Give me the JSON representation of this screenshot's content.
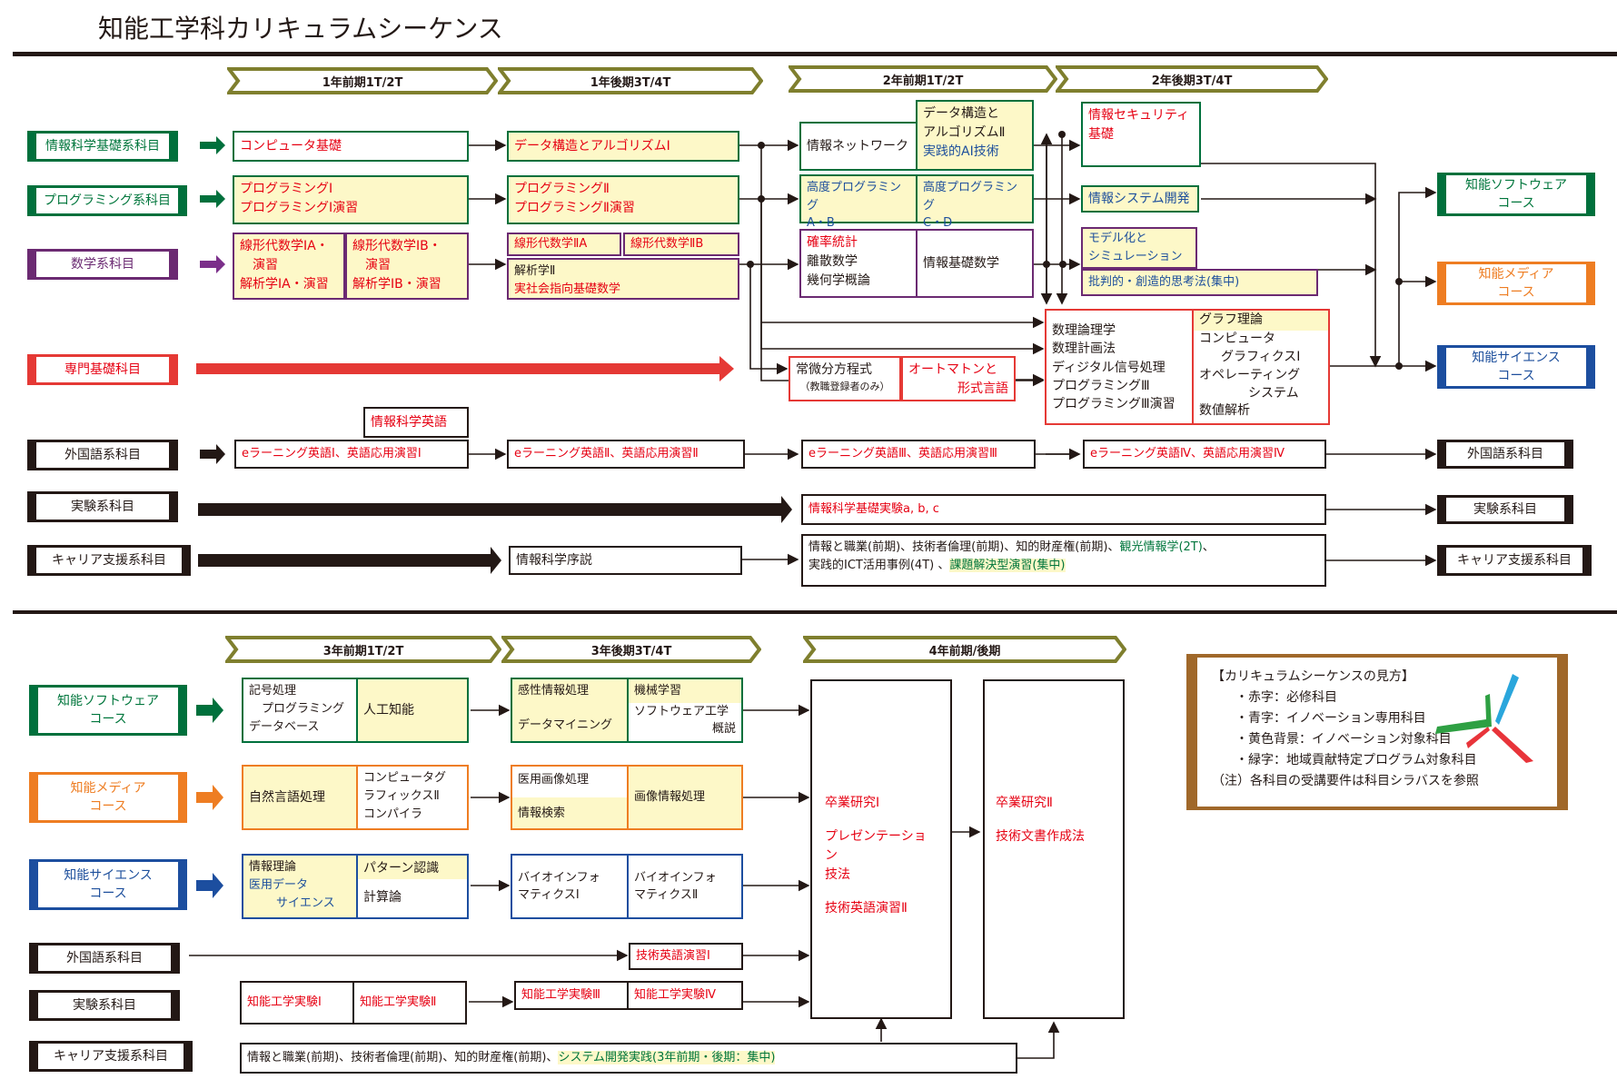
{
  "title": "知能工学科カリキュラムシーケンス",
  "top": {
    "periods": [
      "1年前期1T/2T",
      "1年後期3T/4T",
      "2年前期1T/2T",
      "2年後期3T/4T"
    ],
    "categories": {
      "info_basic": "情報科学基礎系科目",
      "programming": "プログラミング系科目",
      "math": "数学系科目",
      "specialty_basic": "専門基礎科目",
      "foreign_lang": "外国語系科目",
      "experiment": "実験系科目",
      "career": "キャリア支援系科目"
    },
    "y1f": {
      "computer_basics": "コンピュータ基礎",
      "prog1": "プログラミングⅠ",
      "prog1_ex": "プログラミングⅠ演習",
      "linalg1a_l1": "線形代数学ⅠA・",
      "linalg1a_l2": "演習",
      "analysis1a": "解析学ⅠA・演習",
      "linalg1b_l1": "線形代数学ⅠB・",
      "linalg1b_l2": "演習",
      "analysis1b": "解析学ⅠB・演習",
      "info_english": "情報科学英語",
      "elearn1": "eラーニング英語Ⅰ、英語応用演習Ⅰ"
    },
    "y1b": {
      "ds_algo1": "データ構造とアルゴリズムⅠ",
      "prog2": "プログラミングⅡ",
      "prog2_ex": "プログラミングⅡ演習",
      "linalg2a": "線形代数学ⅡA",
      "linalg2b": "線形代数学ⅡB",
      "analysis2": "解析学Ⅱ",
      "applied_math": "実社会指向基礎数学",
      "elearn2": "eラーニング英語Ⅱ、英語応用演習Ⅱ",
      "intro_info": "情報科学序説"
    },
    "y2f": {
      "network": "情報ネットワーク",
      "ds_algo2_l1": "データ構造と",
      "ds_algo2_l2": "アルゴリズムⅡ",
      "practical_ai": "実践的AI技術",
      "adv_prog_ab_l1": "高度プログラミング",
      "adv_prog_ab_l2": "A・B",
      "adv_prog_cd_l1": "高度プログラミング",
      "adv_prog_cd_l2": "C・D",
      "probability": "確率統計",
      "discrete": "離散数学",
      "geometry": "幾何学概論",
      "info_math": "情報基礎数学",
      "ode": "常微分方程式",
      "ode_note": "（教職登録者のみ）",
      "automata_l1": "オートマトンと",
      "automata_l2": "形式言語",
      "elearn3": "eラーニング英語Ⅲ、英語応用演習Ⅲ",
      "experiment": "情報科学基礎実験a, b, c",
      "career_l1_a": "情報と職業(前期)、技術者倫理(前期)、知的財産権(前期)、",
      "career_l1_b": "観光情報学(2T)",
      "career_l1_c": "、",
      "career_l2_a": "実践的ICT活用事例(4T) 、",
      "career_l2_b": "課題解決型演習(集中)"
    },
    "y2b": {
      "security_l1": "情報セキュリティ",
      "security_l2": "基礎",
      "info_sys_dev": "情報システム開発",
      "modeling_l1": "モデル化と",
      "modeling_l2": "シミュレーション",
      "critical_thinking": "批判的・創造的思考法(集中)",
      "left_list": [
        "数理論理学",
        "数理計画法",
        "ディジタル信号処理",
        "プログラミングⅢ",
        "プログラミングⅢ演習"
      ],
      "graph_theory": "グラフ理論",
      "cg1_l1": "コンピュータ",
      "cg1_l2": "グラフィクスⅠ",
      "os_l1": "オペレーティング",
      "os_l2": "システム",
      "numerical": "数値解析",
      "elearn4": "eラーニング英語Ⅳ、英語応用演習Ⅳ"
    },
    "outputs": {
      "software": [
        "知能ソフトウェア",
        "コース"
      ],
      "media": [
        "知能メディア",
        "コース"
      ],
      "science": [
        "知能サイエンス",
        "コース"
      ],
      "foreign_lang": "外国語系科目",
      "experiment": "実験系科目",
      "career": "キャリア支援系科目"
    }
  },
  "bottom": {
    "periods": [
      "3年前期1T/2T",
      "3年後期3T/4T",
      "4年前期/後期"
    ],
    "courses": {
      "software": [
        "知能ソフトウェア",
        "コース"
      ],
      "media": [
        "知能メディア",
        "コース"
      ],
      "science": [
        "知能サイエンス",
        "コース"
      ],
      "foreign_lang": "外国語系科目",
      "experiment": "実験系科目",
      "career": "キャリア支援系科目"
    },
    "y3f": {
      "symbolic_l1": "記号処理",
      "symbolic_l2": "プログラミング",
      "database": "データベース",
      "ai": "人工知能",
      "nlp": "自然言語処理",
      "cg2_l1": "コンピュータグ",
      "cg2_l2": "ラフィックスⅡ",
      "compiler": "コンパイラ",
      "info_theory": "情報理論",
      "med_data_l1": "医用データ",
      "med_data_l2": "サイエンス",
      "pattern": "パターン認識",
      "computation": "計算論",
      "exp1": "知能工学実験Ⅰ",
      "exp2": "知能工学実験Ⅱ"
    },
    "y3b": {
      "kansei": "感性情報処理",
      "datamining": "データマイニング",
      "ml": "機械学習",
      "se_l1": "ソフトウェア工学",
      "se_l2": "概説",
      "med_image": "医用画像処理",
      "ir": "情報検索",
      "image_proc": "画像情報処理",
      "bio1_l1": "バイオインフォ",
      "bio1_l2": "マティクスⅠ",
      "bio2_l1": "バイオインフォ",
      "bio2_l2": "マティクスⅡ",
      "tech_english1": "技術英語演習Ⅰ",
      "exp3": "知能工学実験Ⅲ",
      "exp4": "知能工学実験Ⅳ"
    },
    "y4": {
      "thesis1": "卒業研究Ⅰ",
      "presentation_l1": "プレゼンテーション",
      "presentation_l2": "技法",
      "tech_english2": "技術英語演習Ⅱ",
      "thesis2": "卒業研究Ⅱ",
      "tech_writing": "技術文書作成法"
    },
    "career_a": "情報と職業(前期)、技術者倫理(前期)、知的財産権(前期)、",
    "career_b": "システム開発実践(3年前期・後期：集中)"
  },
  "legend": {
    "heading": "【カリキュラムシーケンスの見方】",
    "items": [
      "・赤字：必修科目",
      "・青字：イノベーション専用科目",
      "・黄色背景：イノベーション対象科目",
      "・緑字：地域貢献特定プログラム対象科目"
    ],
    "note": "（注）各科目の受講要件は科目シラバスを参照"
  },
  "colors": {
    "green": "#00703c",
    "purple": "#6b2a72",
    "red": "#e53935",
    "orange": "#ee7d22",
    "blue": "#1c4e9f",
    "yellow_bg": "#fdf8c8",
    "period_olive": "#7f7f2e",
    "legend_brown": "#a0682a"
  }
}
